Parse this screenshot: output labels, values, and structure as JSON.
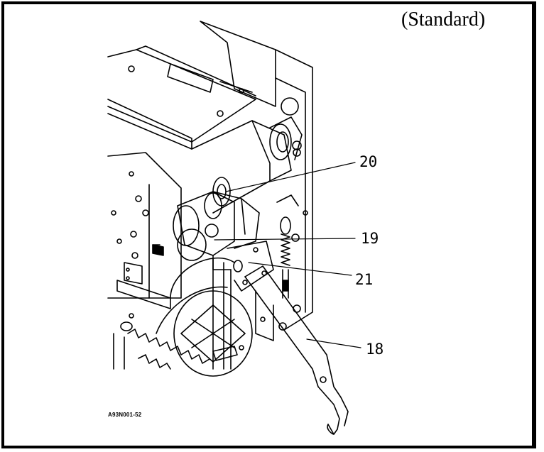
{
  "figure": {
    "variant_label": "(Standard)",
    "figure_code": "A93N001-52",
    "callouts": [
      {
        "id": "c20",
        "label": "20"
      },
      {
        "id": "c19",
        "label": "19"
      },
      {
        "id": "c21",
        "label": "21"
      },
      {
        "id": "c18",
        "label": "18"
      }
    ]
  }
}
